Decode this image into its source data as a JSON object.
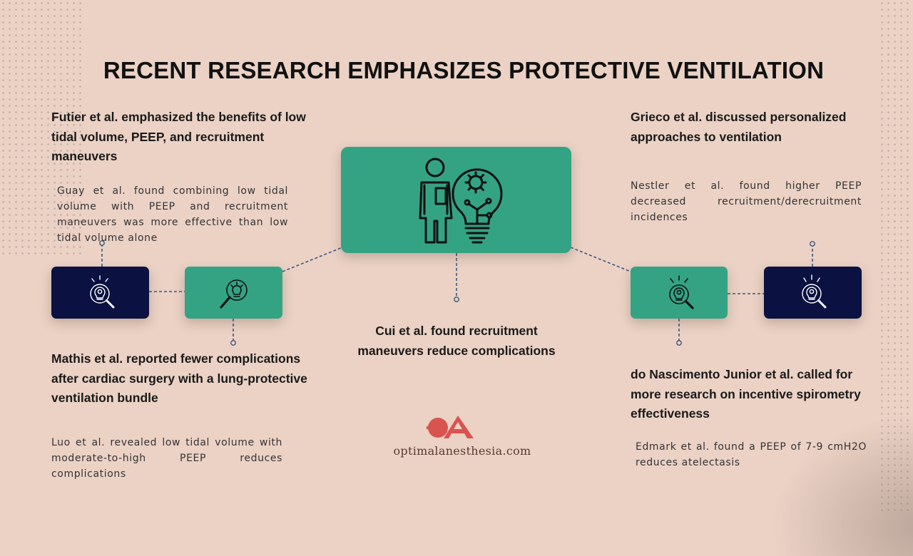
{
  "title": "RECENT RESEARCH EMPHASIZES PROTECTIVE VENTILATION",
  "colors": {
    "background": "#ebd2c5",
    "green": "#34a383",
    "navy": "#0b1140",
    "brand": "#d9534f",
    "connector": "#3b5780"
  },
  "left": {
    "futier_heading": "Futier et al. emphasized the benefits of low tidal volume, PEEP, and recruitment maneuvers",
    "guay_text": "Guay et al. found combining low tidal volume with PEEP and recruitment maneuvers was more effective than low tidal volume alone",
    "mathis_heading": "Mathis et al. reported fewer complications after cardiac surgery with a lung-protective ventilation bundle",
    "luo_text": "Luo et al. revealed low tidal volume with moderate-to-high PEEP reduces complications"
  },
  "center": {
    "cui_heading": "Cui et al. found recruitment maneuvers reduce complications",
    "main_icon": "researcher-lightbulb-gear-icon"
  },
  "right": {
    "grieco_heading": "Grieco et al. discussed personalized approaches to ventilation",
    "nestler_text": "Nestler et al. found higher PEEP decreased recruitment/derecruitment incidences",
    "nascimento_heading": "do Nascimento Junior et al. called for more research on incentive spirometry effectiveness",
    "edmark_text": "Edmark et al. found a PEEP of 7-9 cmH2O reduces atelectasis"
  },
  "icons": {
    "small": "lightbulb-magnifier-icon"
  },
  "brand": {
    "logo_text": "OA",
    "url": "optimalanesthesia.com"
  }
}
